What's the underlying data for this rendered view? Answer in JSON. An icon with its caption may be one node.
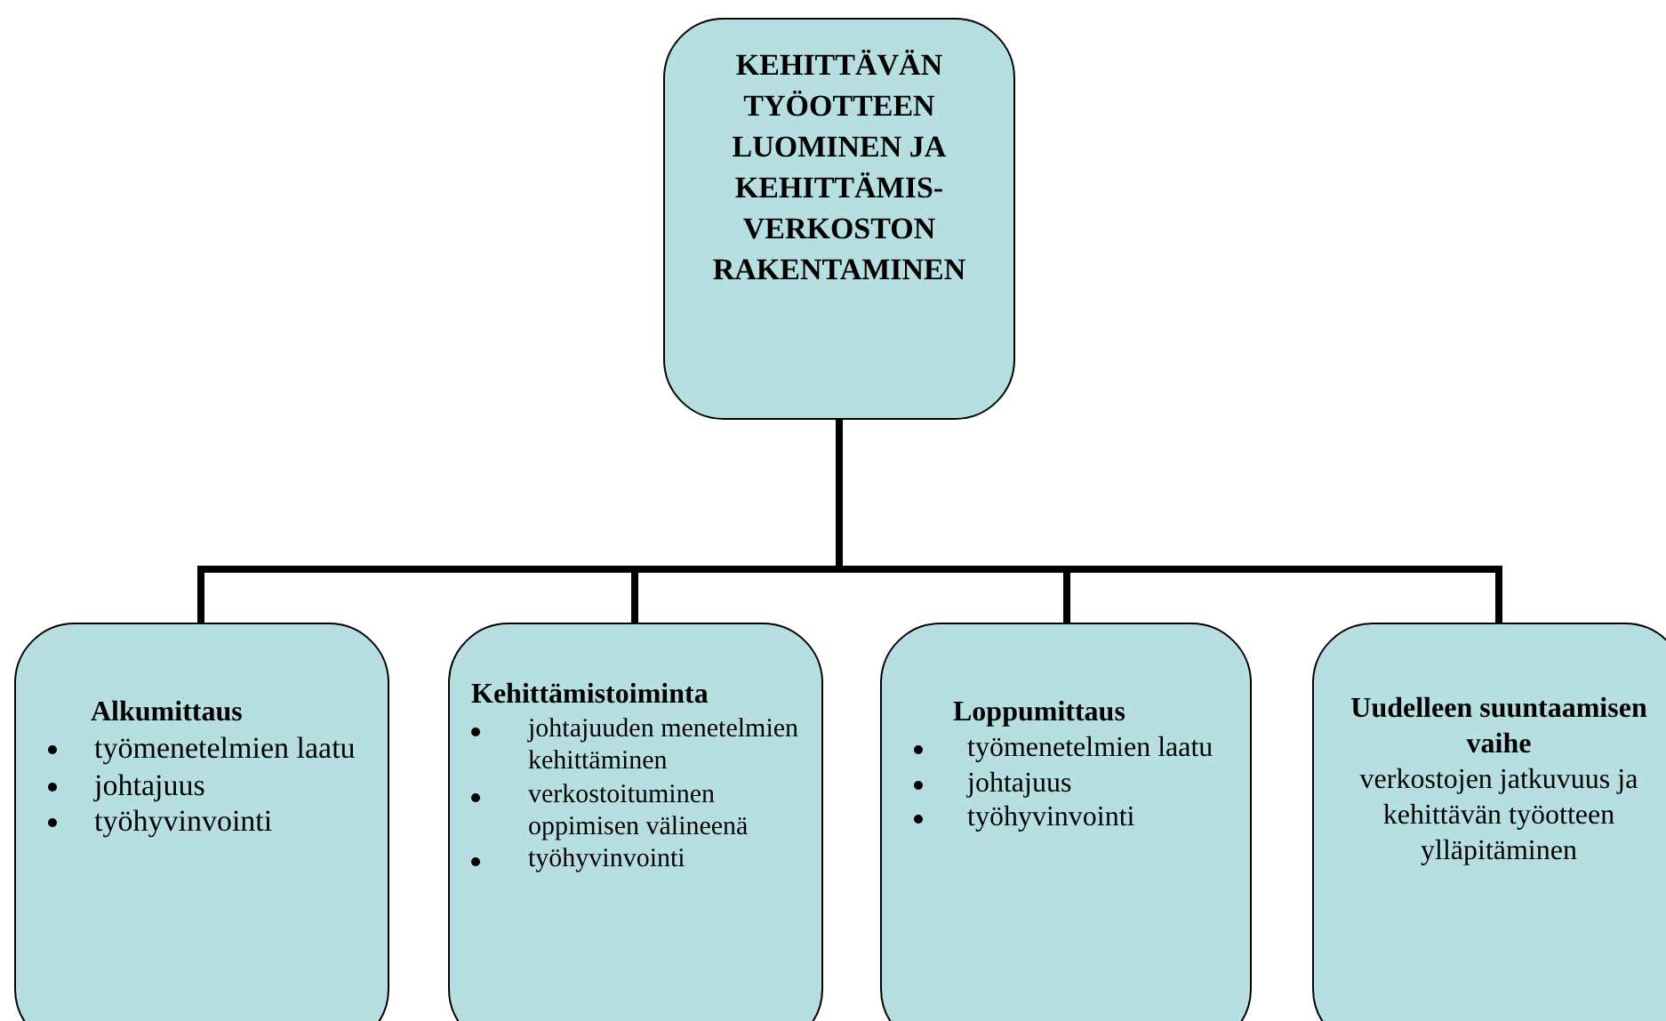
{
  "diagram": {
    "nodes": [
      {
        "text": [
          "KEHITTÄVÄN TYÖOTTEEN LUOMINEN JA KEHITTÄMIS- VERKOSTON RAKENTAMINEN"
        ]
      },
      {
        "text": [
          "Alkumittaus",
          "työmenetelmien laatu",
          "johtajuus",
          "työhyvinvointi"
        ]
      },
      {
        "text": [
          "Kehittämistoiminta",
          "johtajuuden menetelmien kehittäminen",
          "verkostoituminen oppimisen välineenä",
          "työhyvinvointi"
        ]
      },
      {
        "text": [
          "Loppumittaus",
          "työmenetelmien laatu",
          "johtajuus",
          "työhyvinvointi"
        ]
      },
      {
        "text": [
          "Uudelleen suuntaamisen vaihe",
          "verkostojen jatkuvuus ja kehittävän työotteen ylläpitäminen"
        ]
      }
    ],
    "edges": [
      {
        "from": 0,
        "to": 1,
        "arrow": "none"
      },
      {
        "from": 0,
        "to": 2,
        "arrow": "none"
      },
      {
        "from": 0,
        "to": 3,
        "arrow": "none"
      },
      {
        "from": 0,
        "to": 4,
        "arrow": "none"
      }
    ]
  }
}
